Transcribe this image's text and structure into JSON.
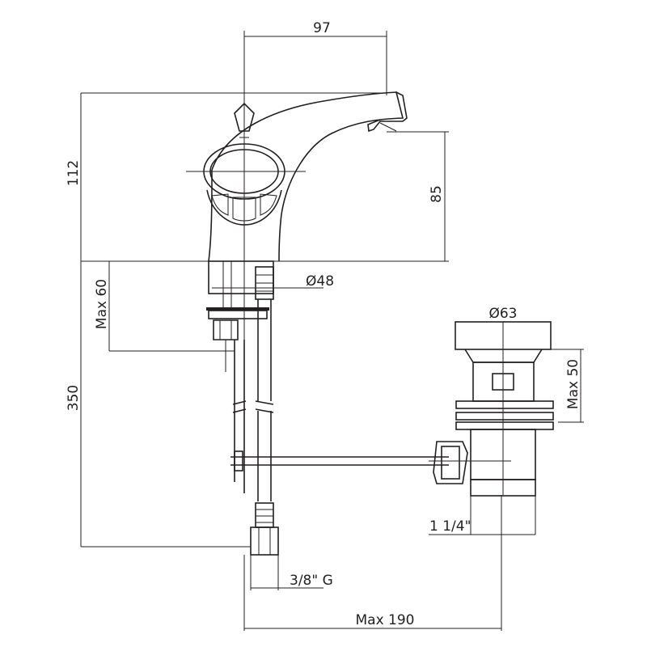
{
  "dimensions": {
    "width_spout": "97",
    "height_total": "112",
    "height_spout": "85",
    "deck_diameter": "Ø48",
    "deck_thickness": "Max 60",
    "length_hoses": "350",
    "waste_diameter": "Ø63",
    "waste_thickness": "Max 50",
    "waste_thread": "1 1/4\"",
    "inlet_thread": "3/8\" G",
    "horizontal_reach": "Max 190"
  }
}
